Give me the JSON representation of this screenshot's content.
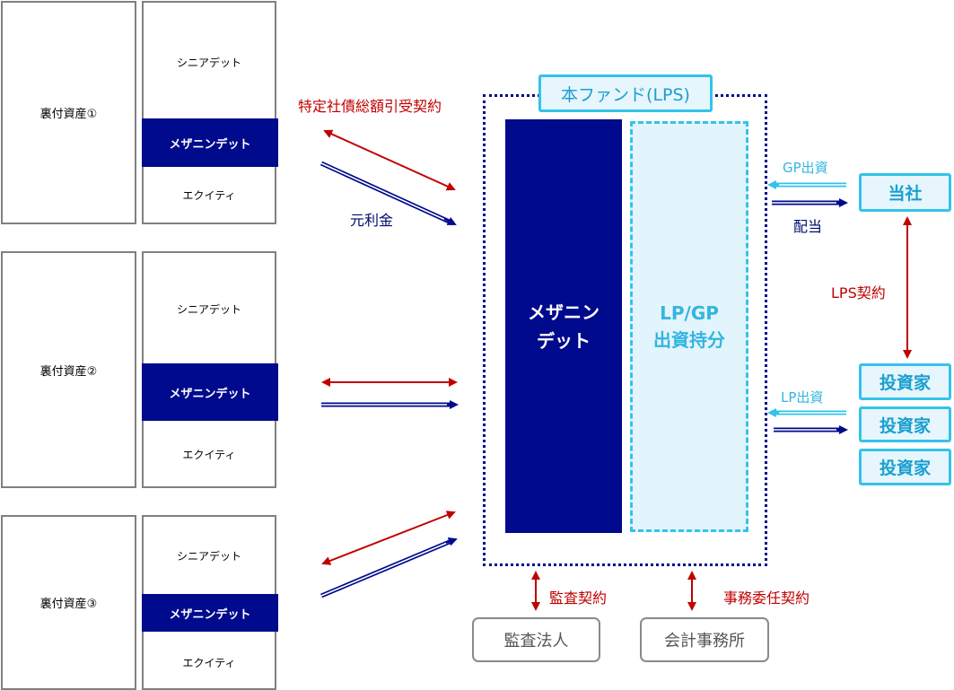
{
  "assets": [
    {
      "label": "裏付資産①"
    },
    {
      "label": "裏付資産②"
    },
    {
      "label": "裏付資産③"
    }
  ],
  "tranches": {
    "senior": "シニアデット",
    "mezzanine": "メザニンデット",
    "equity": "エクイティ"
  },
  "flows": {
    "contract": "特定社債総額引受契約",
    "principal_interest": "元利金"
  },
  "fund": {
    "title": "本ファンド(LPS)",
    "mezzanine_line1": "メザニン",
    "mezzanine_line2": "デット",
    "lpgp_line1": "LP/GP",
    "lpgp_line2": "出資持分"
  },
  "company": {
    "label": "当社",
    "gp_investment": "GP出資",
    "dividend": "配当"
  },
  "lps_contract": "LPS契約",
  "investors": {
    "label": "投資家",
    "count": 3,
    "lp_investment": "LP出資"
  },
  "auditor": {
    "contract": "監査契約",
    "label": "監査法人"
  },
  "accounting": {
    "contract": "事務委任契約",
    "label": "会計事務所"
  },
  "colors": {
    "navy": "#000a8c",
    "cyan": "#33c3ea",
    "red": "#c00000",
    "gray": "#808080"
  }
}
